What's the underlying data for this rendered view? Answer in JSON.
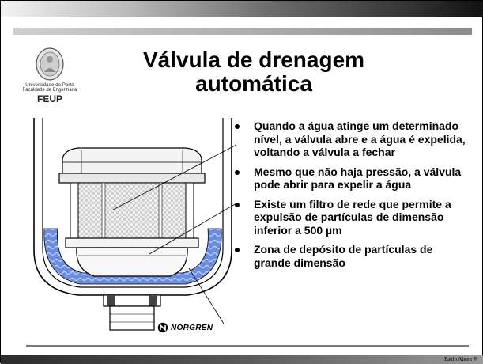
{
  "slide": {
    "title_line1": "Válvula de drenagem",
    "title_line2": "automática",
    "logo": {
      "line1": "Universidade do Porto",
      "line2": "Faculdade de Engenharia",
      "line3": "FEUP"
    },
    "bullets": [
      "Quando a  água atinge um determinado nível, a válvula abre e a água é expelida, voltando a válvula a fechar",
      "Mesmo que não haja pressão, a válvula pode abrir para expelir a água",
      "Existe um filtro de rede que permite a expulsão de partículas de dimensão inferior a 500 µm",
      "Zona de depósito de partículas de grande dimensão"
    ],
    "brand": "NORGREN",
    "credit": "Paulo Abreu ®"
  },
  "colors": {
    "water": "#5b7fd6",
    "outline": "#000000"
  }
}
